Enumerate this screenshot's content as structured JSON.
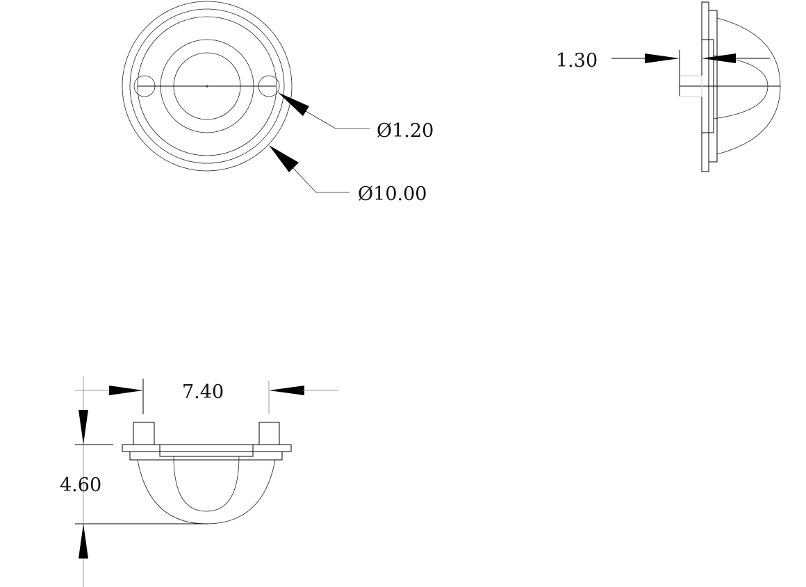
{
  "dimensions": {
    "hole_diameter": "Ø1.20",
    "outer_diameter": "Ø10.00",
    "flange_thickness": "1.30",
    "pin_spacing": "7.40",
    "height": "4.60"
  }
}
